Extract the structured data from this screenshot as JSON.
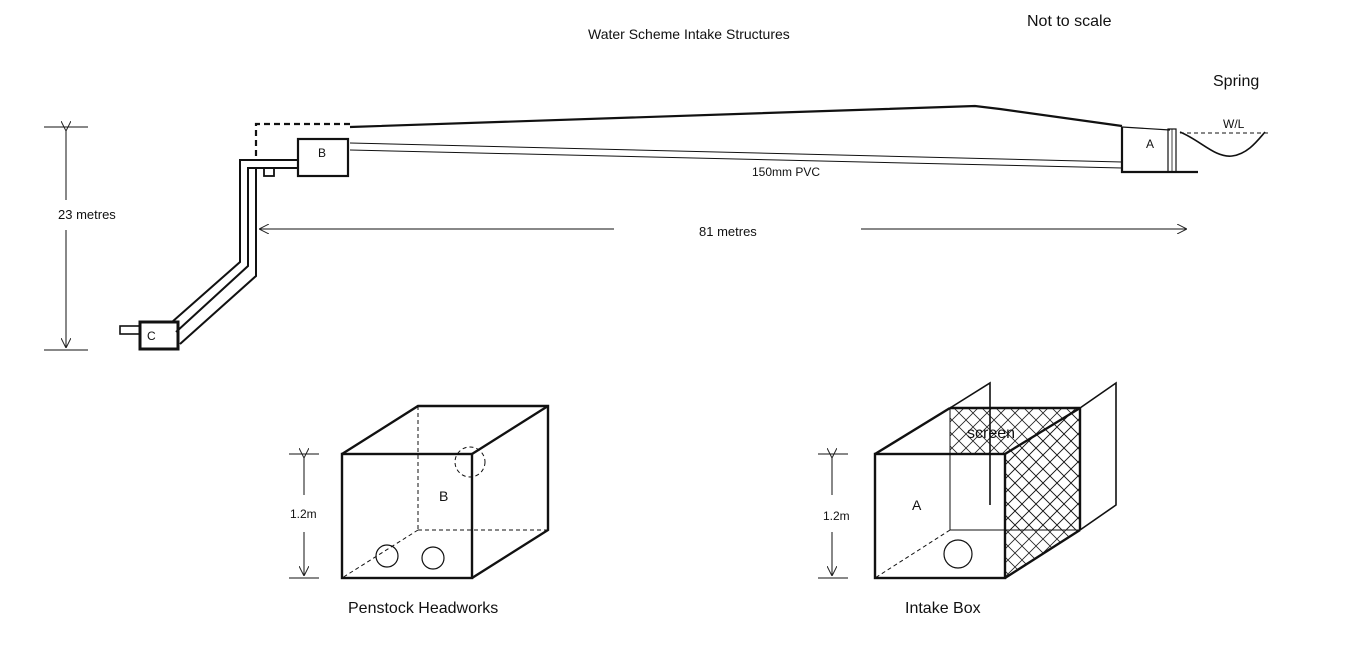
{
  "diagram": {
    "title": "Water Scheme Intake Structures",
    "scale_note": "Not to scale",
    "spring_label": "Spring",
    "water_level_label": "W/L",
    "pipe_label": "150mm PVC",
    "horizontal_distance_label": "81 metres",
    "vertical_height_label": "23 metres",
    "node_a": "A",
    "node_b": "B",
    "node_c": "C"
  },
  "penstock": {
    "box_label": "B",
    "height_label": "1.2m",
    "caption": "Penstock Headworks"
  },
  "intake": {
    "box_label": "A",
    "screen_label": "screen",
    "height_label": "1.2m",
    "caption": "Intake Box"
  }
}
